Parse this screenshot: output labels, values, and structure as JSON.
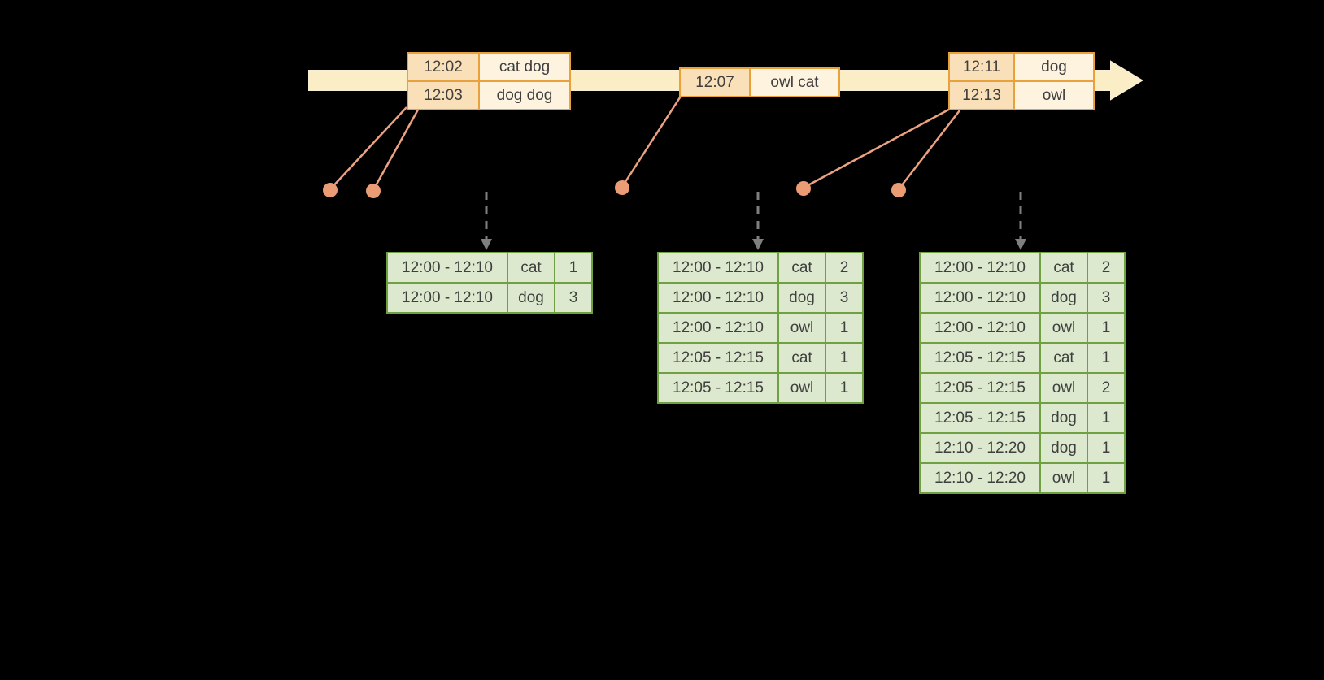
{
  "colors": {
    "background": "#000000",
    "text": "#3f3f3f",
    "timeline_fill": "#FBEDC5",
    "timeline_edge": "#F8EFD2",
    "event_border": "#E9A13C",
    "event_cell_time": "#FAE0B8",
    "event_cell_word": "#FDF3DF",
    "connector": "#ECA181",
    "dot": "#EC9C74",
    "dashed_arrow": "#7F7F7F",
    "result_border": "#6FA042",
    "result_cell": "#DCE9CE"
  },
  "event_tables": [
    {
      "rows": [
        [
          "12:02",
          "cat dog"
        ],
        [
          "12:03",
          "dog dog"
        ]
      ]
    },
    {
      "rows": [
        [
          "12:07",
          "owl cat"
        ]
      ]
    },
    {
      "rows": [
        [
          "12:11",
          "dog"
        ],
        [
          "12:13",
          "owl"
        ]
      ]
    }
  ],
  "result_tables": [
    {
      "rows": [
        [
          "12:00 - 12:10",
          "cat",
          "1"
        ],
        [
          "12:00 - 12:10",
          "dog",
          "3"
        ]
      ]
    },
    {
      "rows": [
        [
          "12:00 - 12:10",
          "cat",
          "2"
        ],
        [
          "12:00 - 12:10",
          "dog",
          "3"
        ],
        [
          "12:00 - 12:10",
          "owl",
          "1"
        ],
        [
          "12:05 - 12:15",
          "cat",
          "1"
        ],
        [
          "12:05 - 12:15",
          "owl",
          "1"
        ]
      ]
    },
    {
      "rows": [
        [
          "12:00 - 12:10",
          "cat",
          "2"
        ],
        [
          "12:00 - 12:10",
          "dog",
          "3"
        ],
        [
          "12:00 - 12:10",
          "owl",
          "1"
        ],
        [
          "12:05 - 12:15",
          "cat",
          "1"
        ],
        [
          "12:05 - 12:15",
          "owl",
          "2"
        ],
        [
          "12:05 - 12:15",
          "dog",
          "1"
        ],
        [
          "12:10 - 12:20",
          "dog",
          "1"
        ],
        [
          "12:10 - 12:20",
          "owl",
          "1"
        ]
      ]
    }
  ]
}
